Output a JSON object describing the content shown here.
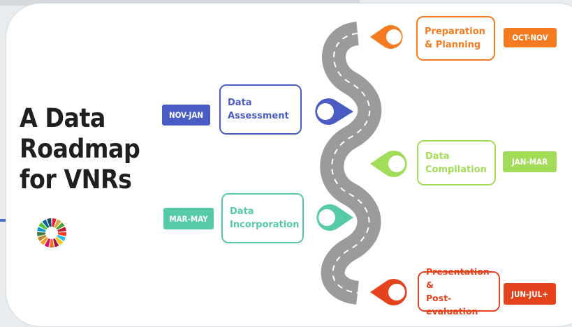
{
  "title": {
    "line1": "A Data",
    "line2": "Roadmap",
    "line3": "for VNRs"
  },
  "logo": {
    "icon": "sdg-wheel-icon"
  },
  "colors": {
    "road": "#9b9b9b",
    "background": "#ffffff",
    "blue": "#4a5cc4",
    "teal": "#56c9a8",
    "orange": "#f47b20",
    "green": "#a2dc59",
    "red": "#e5431d"
  },
  "stages": [
    {
      "label": "Preparation\n& Planning",
      "period": "OCT-NOV",
      "color": "orange",
      "side": "right"
    },
    {
      "label": "Data\nAssessment",
      "period": "NOV-JAN",
      "color": "blue",
      "side": "left"
    },
    {
      "label": "Data\nCompilation",
      "period": "JAN-MAR",
      "color": "green",
      "side": "right"
    },
    {
      "label": "Data\nIncorporation",
      "period": "MAR-MAY",
      "color": "teal",
      "side": "left"
    },
    {
      "label": "Presentation &\nPost-evaluation",
      "period": "JUN-JUL+",
      "color": "red",
      "side": "right"
    }
  ]
}
